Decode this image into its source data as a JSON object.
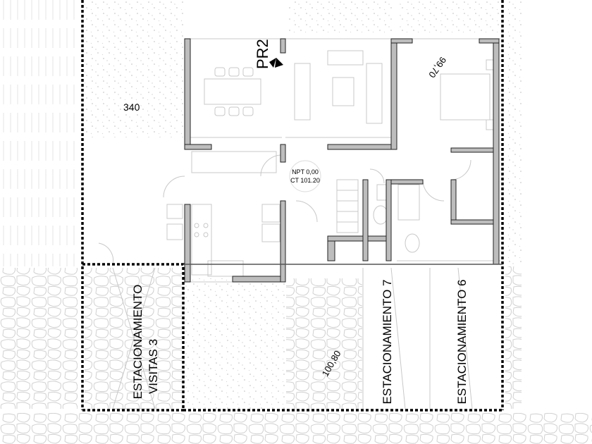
{
  "plan": {
    "section_mark": "PR2",
    "level_label": {
      "npt": "NPT 0,00",
      "ct": "CT 101.20"
    },
    "dimensions": {
      "left": "340",
      "bedroom_level": "99,70",
      "parking_level": "100,80"
    },
    "parking": [
      {
        "line1": "ESTACIONAMIENTO",
        "line2": "VISITAS 3"
      },
      {
        "line1": "ESTACIONAMIENTO 7"
      },
      {
        "line1": "ESTACIONAMIENTO 6"
      }
    ]
  },
  "colors": {
    "wall": "#bdbdbd",
    "boundary": "#000000",
    "hatch": "#cfcfcf"
  }
}
